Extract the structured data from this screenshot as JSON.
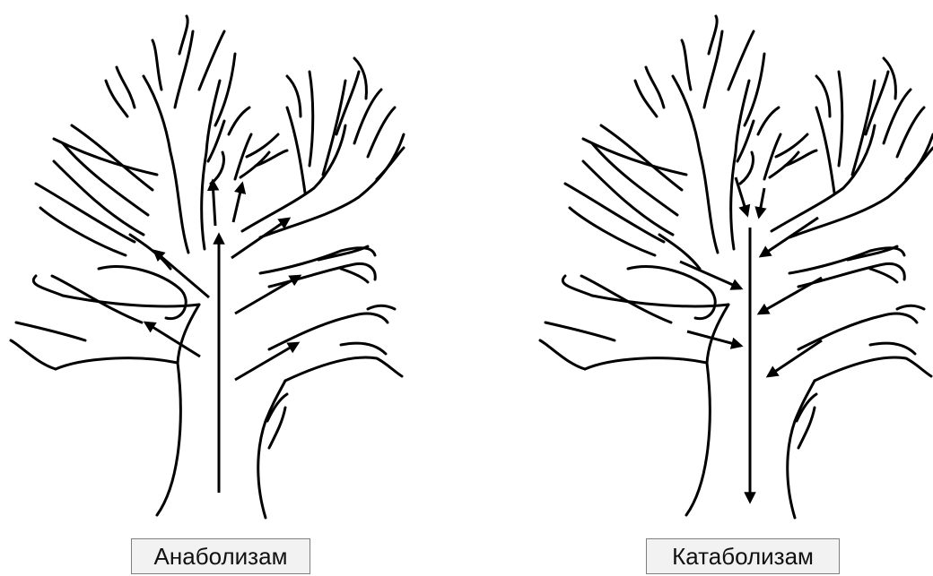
{
  "panels": [
    {
      "label": "Анаболизам",
      "flow": "up"
    },
    {
      "label": "Катаболизам",
      "flow": "down"
    }
  ],
  "colors": {
    "ink": "#000000",
    "label_bg": "#f2f2f2",
    "label_border": "#7f7f7f"
  }
}
